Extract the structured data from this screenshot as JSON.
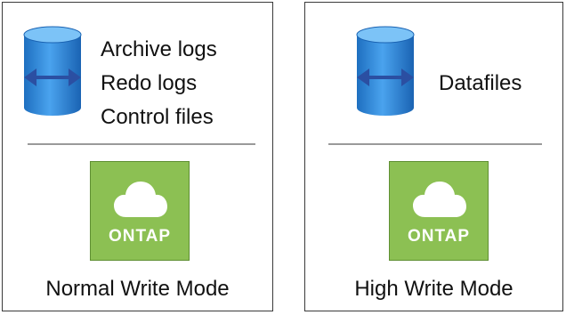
{
  "panels": [
    {
      "files": [
        "Archive logs",
        "Redo logs",
        "Control files"
      ],
      "storage_label": "ONTAP",
      "mode": "Normal Write Mode"
    },
    {
      "files": [
        "Datafiles"
      ],
      "storage_label": "ONTAP",
      "mode": "High Write Mode"
    }
  ],
  "icons": {
    "database": "database-icon",
    "arrow": "double-arrow-icon",
    "cloud": "cloud-icon"
  },
  "colors": {
    "database_blue": "#2a86d8",
    "arrow_blue": "#2b4fa2",
    "ontap_green": "#8cc053",
    "divider_gray": "#9a9a9a",
    "border": "#3a3a3a"
  }
}
